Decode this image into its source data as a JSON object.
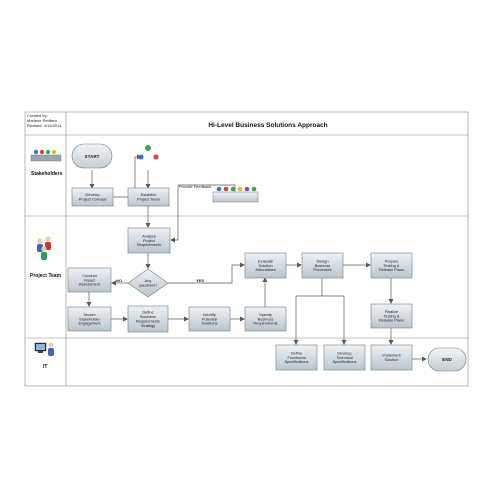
{
  "header": {
    "created_by": "Created by:",
    "author": "Marlene Redfern",
    "revised": "Revised: 4/19/2014",
    "title": "Hi-Level Business Solutions Approach"
  },
  "lanes": {
    "stakeholders": "Stakeholders",
    "project_team": "Project Team",
    "it": "IT"
  },
  "nodes": {
    "start": "START",
    "end": "END",
    "develop_concept": [
      "Develop",
      "Project Concept"
    ],
    "establish_team": [
      "Establish",
      "Project Team"
    ],
    "analyze_requirements": [
      "Analyze",
      "Project",
      "Requirements"
    ],
    "any_questions": [
      "Any",
      "questions?"
    ],
    "conduct_impact": [
      "Conduct",
      "Impact",
      "Assessment"
    ],
    "secure_engagement": [
      "Secure",
      "Stakeholder",
      "Engagement"
    ],
    "define_requirements": [
      "Define",
      "Business",
      "Requirements",
      "Strategy"
    ],
    "identify_solutions": [
      "Identify",
      "Potential",
      "Solutions"
    ],
    "specify_requirements": [
      "Specify",
      "Business",
      "Requirements"
    ],
    "evaluate_alternatives": [
      "Evaluate",
      "Solution",
      "Alternatives"
    ],
    "design_processes": [
      "Design",
      "Business",
      "Processes"
    ],
    "prepare_testing": [
      "Prepare",
      "Testing &",
      "Release Plans"
    ],
    "finalize_testing": [
      "Finalize",
      "Testing &",
      "Release Plans"
    ],
    "define_functional": [
      "Define",
      "Functional",
      "Specifications"
    ],
    "develop_technical": [
      "Develop",
      "Technical",
      "Specifications"
    ],
    "implement_solution": [
      "Implement",
      "Solution"
    ]
  },
  "edge_labels": {
    "provide_feedback": "Provide Feedback",
    "no": "NO",
    "yes": "YES"
  },
  "colors": {
    "box_fill_top": "#eef2f5",
    "box_fill_bottom": "#b9c6cf",
    "box_stroke": "#6d7f8c",
    "terminal_fill": "#d9e2e8",
    "line": "#5a5a5a",
    "border": "#8a8a8a"
  },
  "icons": {
    "stakeholders": "group-of-people-icon",
    "team": "team-members-icon",
    "it": "computer-and-person-icon"
  }
}
